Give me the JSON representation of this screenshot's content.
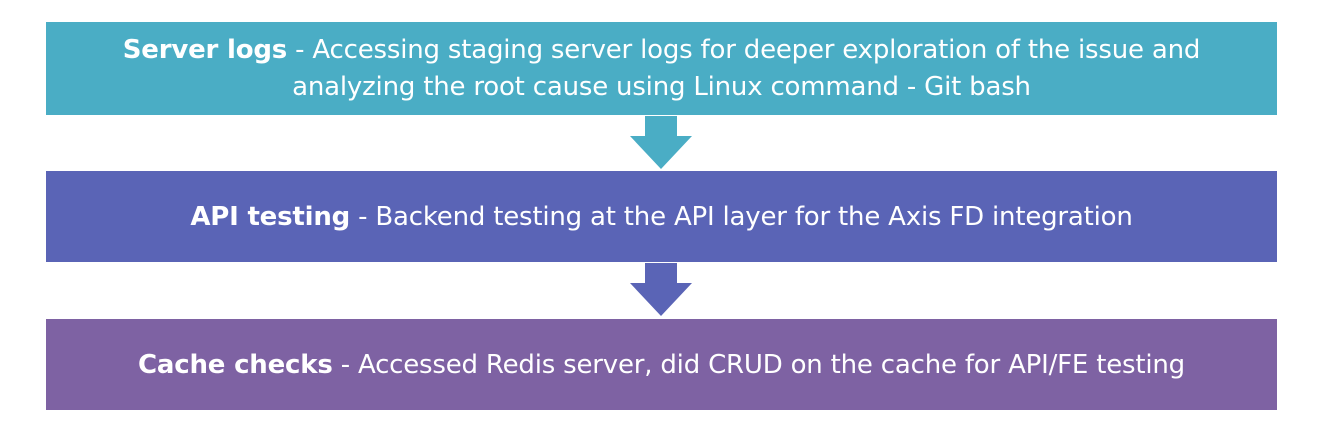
{
  "steps": [
    {
      "term": "Server logs",
      "separator": " - ",
      "description": "Accessing staging server logs for deeper exploration of the issue and analyzing the root cause using Linux command - Git bash",
      "color": "#4aadc5"
    },
    {
      "term": "API testing",
      "separator": " - ",
      "description": "Backend testing at the API layer for the Axis FD integration",
      "color": "#5a64b6"
    },
    {
      "term": "Cache checks",
      "separator": " - ",
      "description": "Accessed Redis server, did CRUD on the cache for API/FE testing",
      "color": "#7e62a3"
    }
  ],
  "arrows": [
    {
      "color": "#4aadc5"
    },
    {
      "color": "#5a64b6"
    }
  ]
}
